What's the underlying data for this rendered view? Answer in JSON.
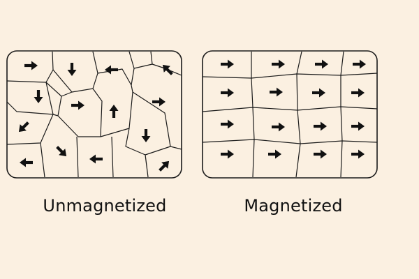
{
  "colors": {
    "background": "#FBF0E1",
    "line": "#1A1A1A",
    "arrow": "#111111"
  },
  "panels": [
    {
      "id": "unmagnetized",
      "caption": "Unmagnetized",
      "domains": [
        {
          "arrow": "right"
        },
        {
          "arrow": "down"
        },
        {
          "arrow": "left"
        },
        {
          "arrow": "up-left"
        },
        {
          "arrow": "down"
        },
        {
          "arrow": "right"
        },
        {
          "arrow": "up"
        },
        {
          "arrow": "right"
        },
        {
          "arrow": "down-left"
        },
        {
          "arrow": "down"
        },
        {
          "arrow": "left"
        },
        {
          "arrow": "down-right"
        },
        {
          "arrow": "left"
        },
        {
          "arrow": "up-right"
        }
      ]
    },
    {
      "id": "magnetized",
      "caption": "Magnetized",
      "domains": [
        {
          "arrow": "right"
        },
        {
          "arrow": "right"
        },
        {
          "arrow": "right"
        },
        {
          "arrow": "right"
        },
        {
          "arrow": "right"
        },
        {
          "arrow": "right"
        },
        {
          "arrow": "right"
        },
        {
          "arrow": "right"
        },
        {
          "arrow": "right"
        },
        {
          "arrow": "right"
        },
        {
          "arrow": "right"
        },
        {
          "arrow": "right"
        },
        {
          "arrow": "right"
        },
        {
          "arrow": "right"
        },
        {
          "arrow": "right"
        },
        {
          "arrow": "right"
        }
      ]
    }
  ]
}
